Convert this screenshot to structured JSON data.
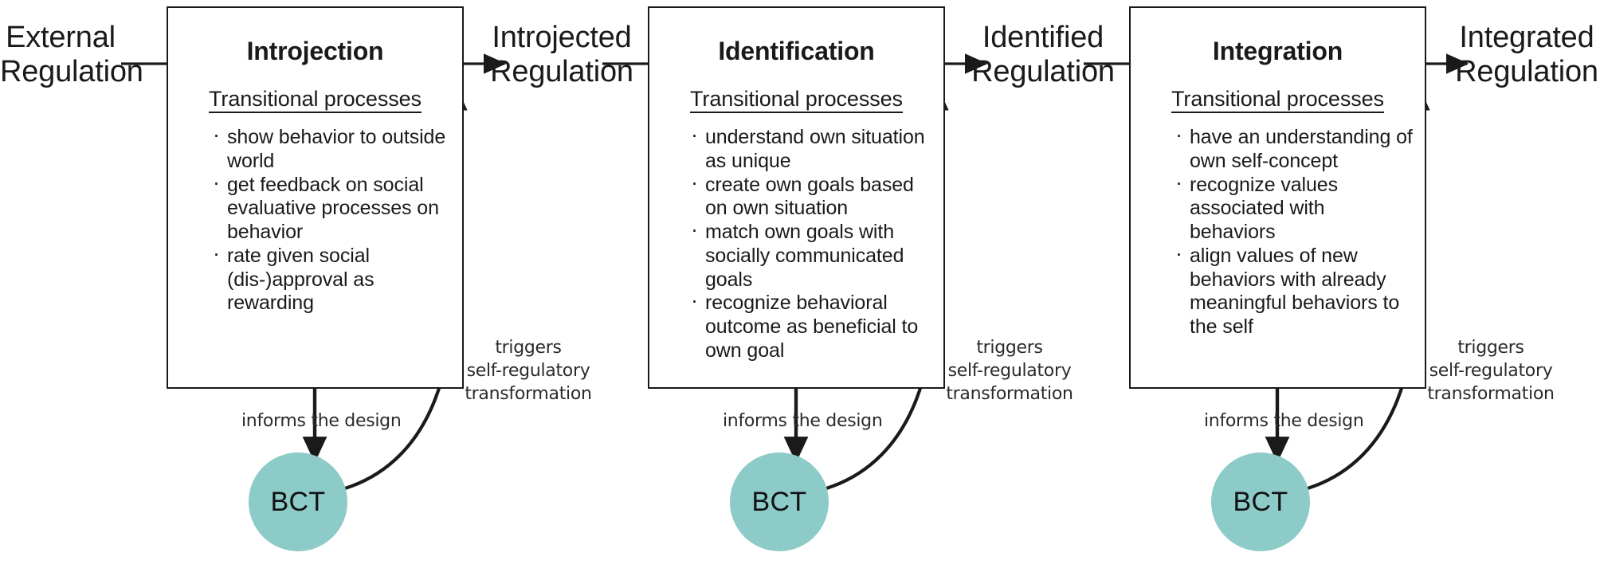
{
  "diagram": {
    "background_color": "#ffffff",
    "line_color": "#1a1a1a",
    "bct_color": "#8ccbc8"
  },
  "regulations": [
    {
      "name": "external-regulation",
      "text": "External\nRegulation"
    },
    {
      "name": "introjected-regulation",
      "text": "Introjected\nRegulation"
    },
    {
      "name": "identified-regulation",
      "text": "Identified\nRegulation"
    },
    {
      "name": "integrated-regulation",
      "text": "Integrated\nRegulation"
    }
  ],
  "stages": [
    {
      "title": "Introjection",
      "subtitle": "Transitional processes",
      "bullets": [
        "show behavior to outside world",
        "get feedback on social evaluative processes on behavior",
        "rate given social (dis-)approval as rewarding"
      ],
      "bct_label": "BCT",
      "informs_label": "informs the design",
      "triggers_label": "triggers\nself-regulatory\ntransformation"
    },
    {
      "title": "Identification",
      "subtitle": "Transitional processes",
      "bullets": [
        "understand own situation as unique",
        "create own goals based on own situation",
        "match own goals with socially communicated goals",
        "recognize behavioral outcome as beneficial to own goal"
      ],
      "bct_label": "BCT",
      "informs_label": "informs the design",
      "triggers_label": "triggers\nself-regulatory\ntransformation"
    },
    {
      "title": "Integration",
      "subtitle": "Transitional processes",
      "bullets": [
        "have an understanding of own self-concept",
        "recognize values associated with behaviors",
        "align values of new behaviors with already meaningful behaviors to the self"
      ],
      "bct_label": "BCT",
      "informs_label": "informs the design",
      "triggers_label": "triggers\nself-regulatory\ntransformation"
    }
  ]
}
